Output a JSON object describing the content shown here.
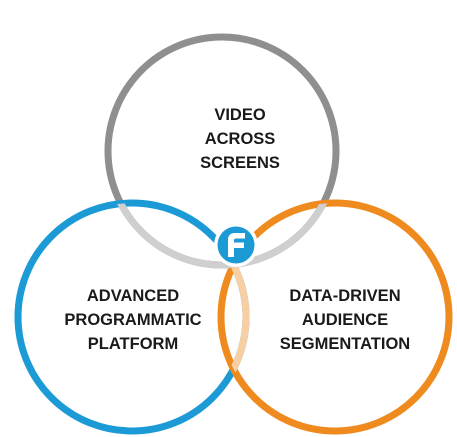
{
  "circles": {
    "top": {
      "lines": [
        "VIDEO",
        "ACROSS",
        "SCREENS"
      ],
      "color": "#8f8f8f"
    },
    "left": {
      "lines": [
        "ADVANCED",
        "PROGRAMMATIC",
        "PLATFORM"
      ],
      "color": "#1b9ad6"
    },
    "right": {
      "lines": [
        "DATA-DRIVEN",
        "AUDIENCE",
        "SEGMENTATION"
      ],
      "color": "#ef8a1f"
    }
  },
  "overlap_colors": {
    "top_left": "#cfcfcf",
    "top_right": "#cfcfcf",
    "left_right": "#f7cfa3"
  },
  "logo": {
    "icon": "f-brand-logo-icon",
    "color": "#1b9ad6"
  }
}
